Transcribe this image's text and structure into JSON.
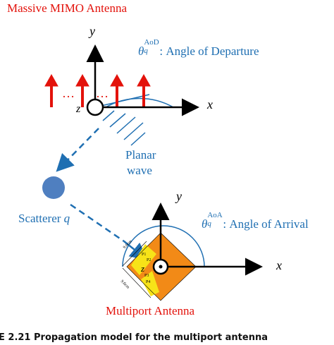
{
  "top_title": "Massive MIMO Antenna",
  "aod_symbol": "θ",
  "aod_sub": "q",
  "aod_sup": "AoD",
  "aod_text": ": Angle of Departure",
  "planar_line1": "Planar",
  "planar_line2": "wave",
  "scatterer_text": "Scatterer",
  "scatterer_var": "q",
  "aoa_symbol": "θ",
  "aoa_sub": "q",
  "aoa_sup": "AoA",
  "aoa_text": ": Angle of Arrival",
  "bottom_title": "Multiport Antenna",
  "caption": "E 2.21   Propagation model for the multiport antenna",
  "axes": {
    "top_y": "y",
    "top_x": "x",
    "top_z": "z",
    "dots": "…",
    "bot_y": "y",
    "bot_x": "x",
    "bot_z": "z"
  },
  "dims": {
    "left": "9.6cm",
    "bottom": "9.6cm",
    "p1": "P1",
    "p2": "P2",
    "p3": "P3",
    "p4": "P4"
  },
  "colors": {
    "red": "#e3120b",
    "blue": "#1f6fb2",
    "orange": "#f28a17",
    "yellow": "#f7e318",
    "scatterer": "#4f7fc0"
  }
}
